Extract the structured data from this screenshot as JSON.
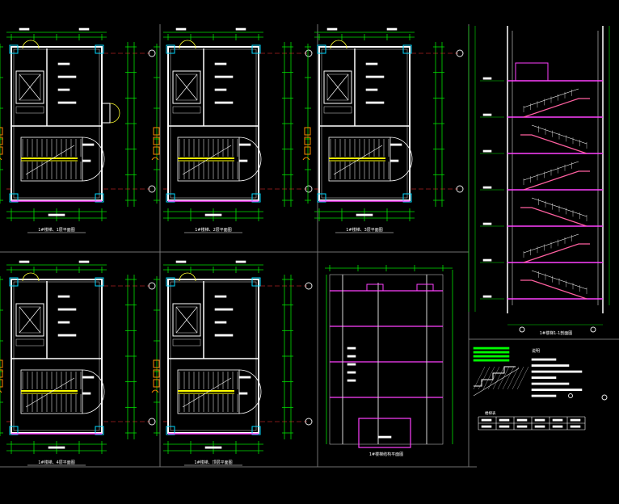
{
  "colors": {
    "background": "#000000",
    "wall": "#ffffff",
    "axis": "#e8e8e8",
    "dimension": "#00e000",
    "column": "#00d8ff",
    "frame": "#d8d8d8",
    "slab": "#ff40ff",
    "railing": "#ffff00",
    "stair": "#ff60a0",
    "door": "#ffff30",
    "hatch": "#c0c0c0",
    "red": "#ff3030",
    "orange": "#ff8a00",
    "text": "#ffffff",
    "text_green": "#00ff00"
  },
  "icons": [
    "stair-plan-icon",
    "elevator-shaft-icon",
    "fire-hydrant-icon",
    "door-swing-icon",
    "axis-bubble-icon"
  ],
  "plans": [
    {
      "id": "plan-1",
      "title_text": "1#楼梯、1层平面图"
    },
    {
      "id": "plan-2",
      "title_text": "1#楼梯、2层平面图"
    },
    {
      "id": "plan-3",
      "title_text": "1#楼梯、3层平面图"
    },
    {
      "id": "plan-4",
      "title_text": "1#楼梯、4层平面图"
    },
    {
      "id": "plan-5",
      "title_text": "1#楼梯、顶层平面图"
    }
  ],
  "section_title": "1#楼梯1-1剖面图",
  "structure_title": "1#楼梯结构平面图",
  "notes_heading": "说明",
  "notes_lines": 7,
  "table_title": "楼梯表",
  "table_rows": 2,
  "table_cols": 6
}
